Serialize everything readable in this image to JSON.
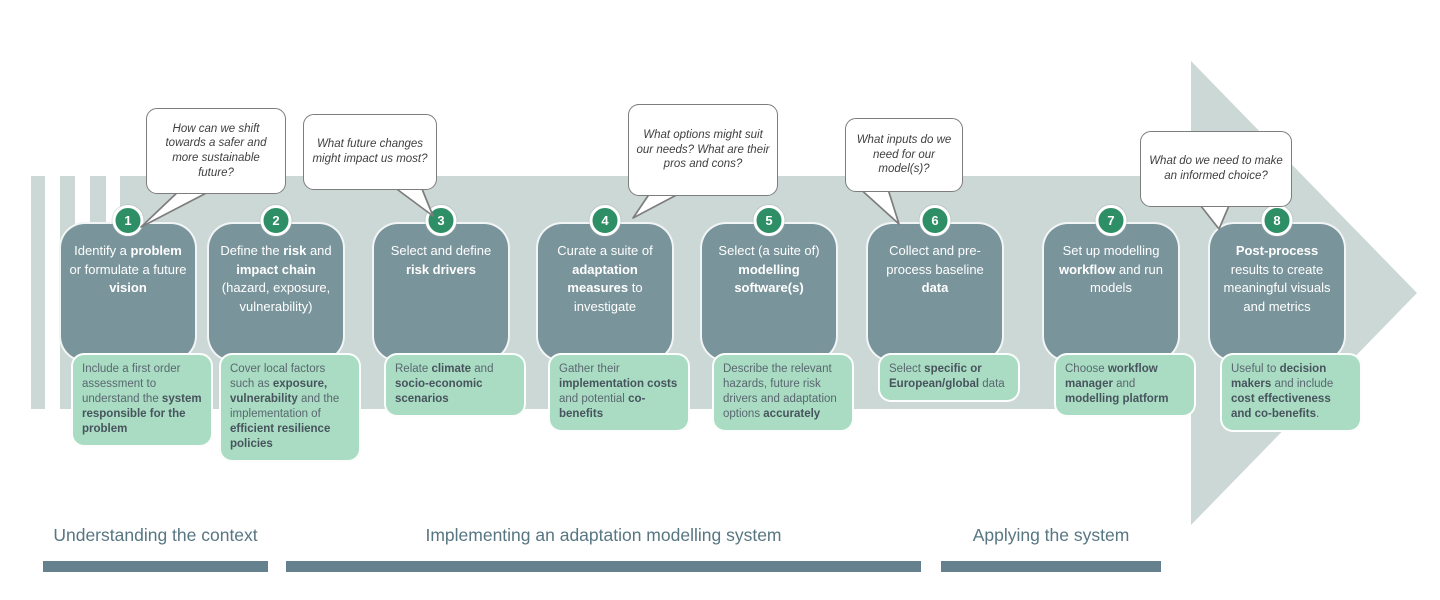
{
  "colors": {
    "arrow": "#ccd8d5",
    "box": "#7a949b",
    "badge": "#2e8e66",
    "note": "#a9dcc3",
    "bar": "#65818d",
    "label": "#577682",
    "note-text": "#5a6770",
    "note-bold": "#47545d",
    "bubble-border": "#7d7d7d",
    "bubble-text": "#3f3f3f"
  },
  "steps": [
    {
      "number": "1",
      "title": [
        {
          "t": "Identify a "
        },
        {
          "t": "problem",
          "b": true
        },
        {
          "t": " or formulate a future "
        },
        {
          "t": "vision",
          "b": true
        }
      ],
      "note": [
        {
          "t": "Include a first order assessment to understand the "
        },
        {
          "t": "system responsible for the problem",
          "b": true
        }
      ]
    },
    {
      "number": "2",
      "title": [
        {
          "t": "Define the "
        },
        {
          "t": "risk",
          "b": true
        },
        {
          "t": " and "
        },
        {
          "t": "impact chain",
          "b": true
        },
        {
          "t": " (hazard, exposure, vulnerability)"
        }
      ],
      "note": [
        {
          "t": "Cover local factors such as "
        },
        {
          "t": "exposure,",
          "b": true
        },
        {
          "t": " "
        },
        {
          "t": "vulnerability",
          "b": true
        },
        {
          "t": " and the implementation of "
        },
        {
          "t": "efficient resilience policies",
          "b": true
        }
      ]
    },
    {
      "number": "3",
      "title": [
        {
          "t": "Select and define "
        },
        {
          "t": "risk drivers",
          "b": true
        }
      ],
      "note": [
        {
          "t": "Relate "
        },
        {
          "t": "climate",
          "b": true
        },
        {
          "t": " and "
        },
        {
          "t": "socio-economic scenarios",
          "b": true
        }
      ]
    },
    {
      "number": "4",
      "title": [
        {
          "t": "Curate a suite of "
        },
        {
          "t": "adaptation measures",
          "b": true
        },
        {
          "t": " to investigate"
        }
      ],
      "note": [
        {
          "t": "Gather their "
        },
        {
          "t": "implementation costs",
          "b": true
        },
        {
          "t": " and potential "
        },
        {
          "t": "co-benefits",
          "b": true
        }
      ]
    },
    {
      "number": "5",
      "title": [
        {
          "t": "Select (a suite of) "
        },
        {
          "t": "modelling software(s)",
          "b": true
        }
      ],
      "note": [
        {
          "t": "Describe the relevant hazards, future risk drivers and adaptation options "
        },
        {
          "t": "accurately",
          "b": true
        }
      ]
    },
    {
      "number": "6",
      "title": [
        {
          "t": "Collect and pre-process baseline "
        },
        {
          "t": "data",
          "b": true
        }
      ],
      "note": [
        {
          "t": "Select "
        },
        {
          "t": "specific or European/global",
          "b": true
        },
        {
          "t": " data"
        }
      ]
    },
    {
      "number": "7",
      "title": [
        {
          "t": "Set up modelling "
        },
        {
          "t": "workflow",
          "b": true
        },
        {
          "t": " and run models"
        }
      ],
      "note": [
        {
          "t": "Choose "
        },
        {
          "t": "workflow manager",
          "b": true
        },
        {
          "t": " and "
        },
        {
          "t": "modelling platform",
          "b": true
        }
      ]
    },
    {
      "number": "8",
      "title": [
        {
          "t": "Post-process",
          "b": true
        },
        {
          "t": " results to create meaningful visuals and metrics"
        }
      ],
      "note": [
        {
          "t": "Useful to "
        },
        {
          "t": "decision makers",
          "b": true
        },
        {
          "t": " and include "
        },
        {
          "t": "cost effectiveness and co-benefits",
          "b": true
        },
        {
          "t": "."
        }
      ]
    }
  ],
  "bubbles": [
    {
      "text": "How can we shift towards a safer and more sustainable future?"
    },
    {
      "text": "What future changes might impact us most?"
    },
    {
      "text": "What options might suit our needs? What are their pros and cons?"
    },
    {
      "text": "What inputs do we need for our model(s)?"
    },
    {
      "text": "What do we need to make an informed choice?"
    }
  ],
  "phases": [
    {
      "label": "Understanding the context"
    },
    {
      "label": "Implementing an adaptation modelling system"
    },
    {
      "label": "Applying the system"
    }
  ]
}
